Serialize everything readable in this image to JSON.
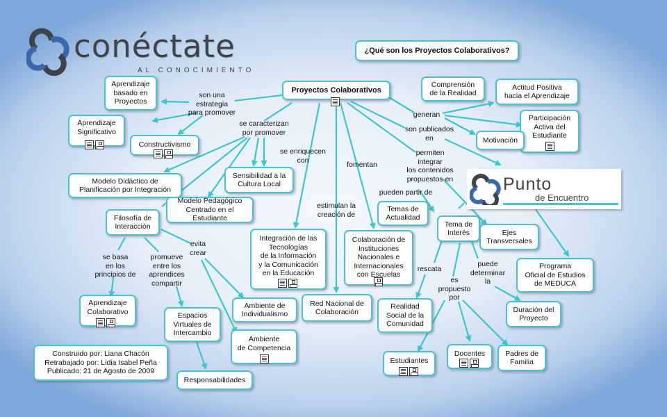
{
  "logo": {
    "word": "conéctate",
    "sub": "AL CONOCIMIENTO"
  },
  "punto": {
    "word": "Punto",
    "sub": "de Encuentro"
  },
  "colors": {
    "border": "#4cc2c8",
    "link": "#3fc5c9",
    "background": "#6f9fd6"
  },
  "nodes": {
    "title": "¿Qué son los Proyectos Colaborativos?",
    "main": "Proyectos Colaborativos",
    "abp": "Aprendizaje\nbasado en\nProyectos",
    "signif": "Aprendizaje\nSignificativo",
    "constr": "Constructivismo",
    "didact": "Modelo Didáctico de\nPlanificación por Integración",
    "pedag": "Modelo Pedagógico\nCentrado en el Estudiante",
    "filos": "Filosofía de\nInteracción",
    "sensib": "Sensibilidad a la\nCultura Local",
    "tic": "Integración de las\nTecnologías\nde la Información\ny la Comunicación\nen la Educación",
    "colab": "Colaboración de\nInstituciones\nNacionales e\nInternacionales\ncon Escuelas",
    "red": "Red Nacional de\nColaboración",
    "indiv": "Ambiente de\nIndividualismo",
    "compet": "Ambiente\nde Competencia",
    "apcolab": "Aprendizaje\nColaborativo",
    "espacios": "Espacios\nVirtuales de\nIntercambio",
    "respons": "Responsabilidades",
    "credits": "Construido por: Liana Chacón\nRetrabajado por: Lidia Isabel Peña\nPublicado: 21 de Agosto de 2009",
    "comprension": "Comprensión\nde la Realidad",
    "actitud": "Actitud Positiva\nhacia el Aprendizaje",
    "particip": "Participación\nActiva del\nEstudiante",
    "motiv": "Motivación",
    "temasact": "Temas de\nActualidad",
    "tema": "Tema de\nInterés",
    "ejes": "Ejes\nTransversales",
    "programa": "Programa\nOficial de Estudios\nde MEDUCA",
    "duracion": "Duración del\nProyecto",
    "realidad": "Realidad\nSocial de la\nComunidad",
    "estud": "Estudiantes",
    "docentes": "Docentes",
    "padres": "Padres de\nFamilia"
  },
  "labels": {
    "sonuna": "son una\nestrategia\npara promover",
    "secaract": "se caracterizan\npor promover",
    "enriq": "se enriquecen\ncon",
    "estim": "estimulan la\ncreación de",
    "fomentan": "fomentan",
    "generan": "generan",
    "publicados": "son publicados\nen",
    "permiten": "permiten\nintegrar\nlos contenidos\npropuestos en",
    "pueden": "pueden partir de",
    "sebasa": "se basa\nen los\nprincipios de",
    "promueve": "promueve\nentre los\naprendices\ncompartir",
    "evita": "evita\ncrear",
    "rescata": "rescata",
    "propuesto": "es\npropuesto\npor",
    "puededet": "puede\ndeterminar\nla"
  }
}
